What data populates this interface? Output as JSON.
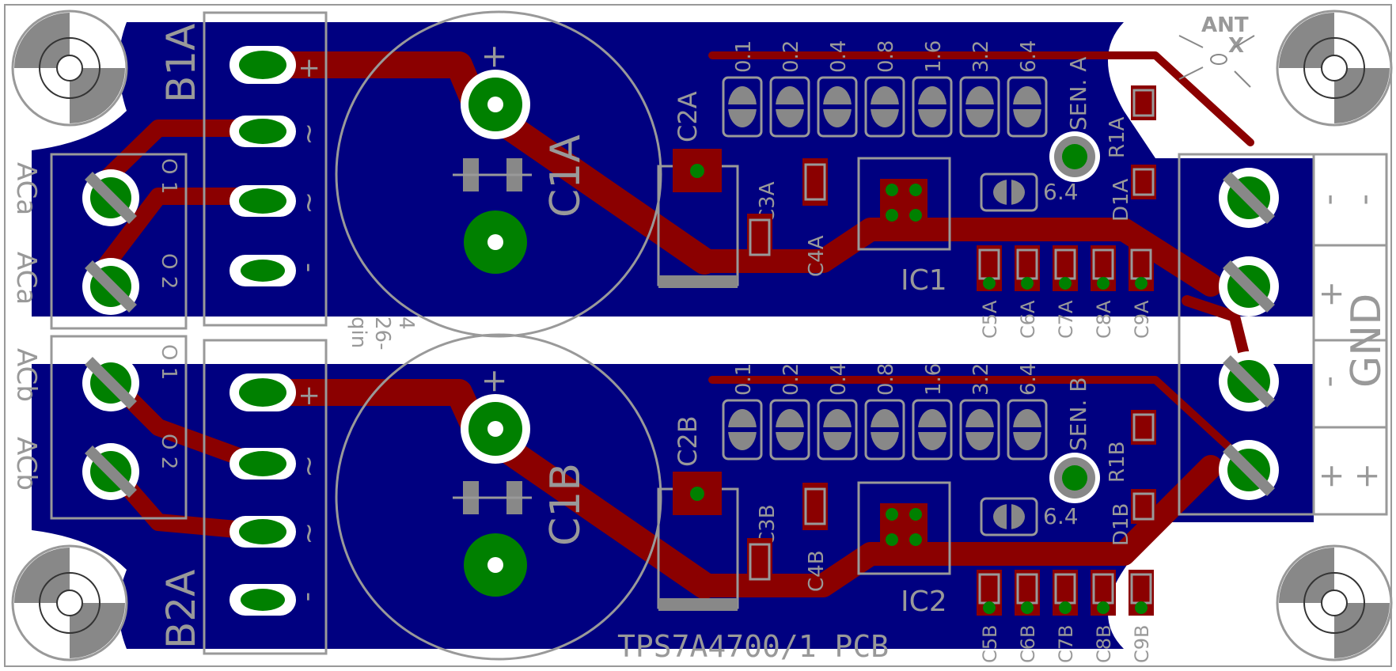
{
  "title": "TPS7A4700/1 PCB",
  "logo": {
    "line1": "ANT",
    "line2": "X"
  },
  "colors": {
    "board_bg": "#ffffff",
    "copper": "#000080",
    "trace": "#8b0000",
    "pad": "#008000",
    "silk": "#999999"
  },
  "connectors": {
    "b1a": "B1A",
    "b2a": "B2A",
    "aca_left": "ACa",
    "aca_right": "ACa",
    "acb_left": "ACb",
    "acb_right": "ACb",
    "gnd": "GND",
    "plus": "+",
    "minus": "-",
    "tilde": "~"
  },
  "pin_labels": {
    "o1": "O 1",
    "o2": "O 2"
  },
  "components": {
    "c1a": "C1A",
    "c1b": "C1B",
    "c2a": "C2A",
    "c2b": "C2B",
    "c3a": "C3A",
    "c3b": "C3B",
    "c4a": "C4A",
    "c4b": "C4B",
    "ic1": "IC1",
    "ic2": "IC2",
    "sen_a": "SEN. A",
    "sen_b": "SEN. B",
    "r1a": "R1A",
    "r1b": "R1B",
    "d1a": "D1A",
    "d1b": "D1B",
    "c5a": "C5A",
    "c6a": "C6A",
    "c7a": "C7A",
    "c8a": "C8A",
    "c9a": "C9A",
    "c5b": "C5B",
    "c6b": "C6B",
    "c7b": "C7B",
    "c8b": "C8B",
    "c9b": "C9B",
    "center_text": [
      "qin",
      "26-",
      "4"
    ]
  },
  "voltage_steps": [
    "0.1",
    "0.2",
    "0.4",
    "0.8",
    "1.6",
    "3.2",
    "6.4"
  ],
  "voltage_extra": "6.4"
}
